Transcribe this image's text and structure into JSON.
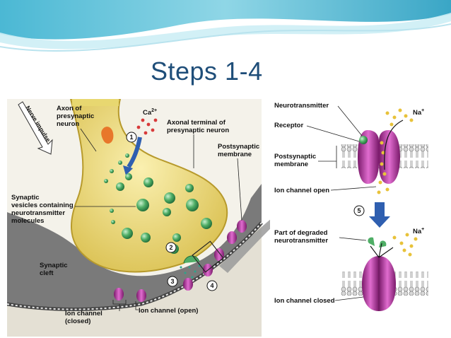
{
  "slide": {
    "title": "Steps 1-4"
  },
  "diagram": {
    "nerve_impulse": "Nerve impulse",
    "axon": [
      "Axon of",
      "presynaptic",
      "neuron"
    ],
    "calcium": "Ca",
    "calcium_sup": "2+",
    "axonal_terminal": [
      "Axonal terminal of",
      "presynaptic neuron"
    ],
    "postsynaptic_membrane": [
      "Postsynaptic",
      "membrane"
    ],
    "synaptic_vesicles": [
      "Synaptic",
      "vesicles containing",
      "neurotransmitter",
      "molecules"
    ],
    "synaptic_cleft": [
      "Synaptic",
      "cleft"
    ],
    "ion_channel_closed": [
      "Ion channel",
      "(closed)"
    ],
    "ion_channel_open_left": "Ion channel (open)",
    "neurotransmitter": "Neurotransmitter",
    "receptor": "Receptor",
    "postsynaptic_membrane_right": [
      "Postsynaptic",
      "membrane"
    ],
    "ion_channel_open": "Ion channel open",
    "degraded": [
      "Part of degraded",
      "neurotransmitter"
    ],
    "ion_channel_closed_right": "Ion channel closed",
    "sodium": "Na",
    "sodium_sup": "+",
    "steps": [
      "1",
      "2",
      "3",
      "4",
      "5"
    ]
  },
  "colors": {
    "title": "#1f4e79",
    "terminal": "#f3e28a",
    "cleft": "#7a7a7a",
    "vesicle": "#3f9a5a",
    "channel": "#b8309a",
    "banner": "#7fd0e0",
    "arrow": "#2f5fb0"
  }
}
